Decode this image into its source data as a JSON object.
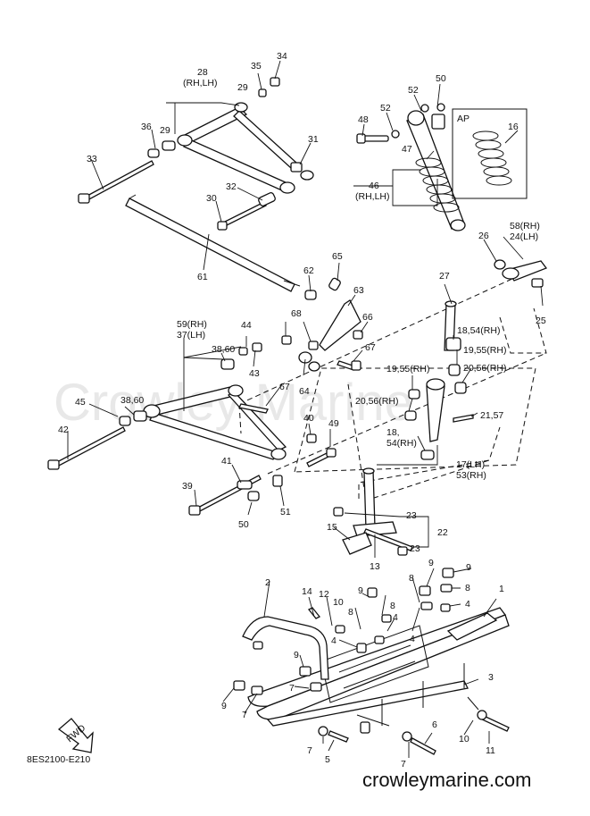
{
  "watermark": "Crowley Marine",
  "site": "crowleymarine.com",
  "diagram_code": "8ES2100-E210",
  "fwd_label": "FWD",
  "ap_label": "AP",
  "callouts": {
    "c28": "28",
    "c28s": "(RH,LH)",
    "c29a": "29",
    "c29b": "29",
    "c35": "35",
    "c34": "34",
    "c36": "36",
    "c33": "33",
    "c31": "31",
    "c32": "32",
    "c30": "30",
    "c61": "61",
    "c50": "50",
    "c52": "52",
    "c48": "48",
    "c47": "47",
    "c46": "46",
    "c46s": "(RH,LH)",
    "c16": "16",
    "c58": "58(RH)",
    "c24": "24(LH)",
    "c26": "26",
    "c25": "25",
    "c27": "27",
    "c65": "65",
    "c62": "62",
    "c63": "63",
    "c68": "68",
    "c66": "66",
    "c67a": "67",
    "c67b": "67",
    "c64": "64",
    "c59": "59(RH)",
    "c37": "37(LH)",
    "c44": "44",
    "c38a": "38,60",
    "c43": "43",
    "c45": "45",
    "c38b": "38,60",
    "c42": "42",
    "c40": "40",
    "c49": "49",
    "c41": "41",
    "c39": "39",
    "c50b": "50",
    "c51": "51",
    "c1854": "18,54(RH)",
    "c1955a": "19,55(RH)",
    "c1955b": "19,55(RH)",
    "c2056a": "20,56(RH)",
    "c2056b": "20,56(RH)",
    "c2157": "21,57",
    "c18b": "18,",
    "c54b": "54(RH)",
    "c17": "17(LH)",
    "c53": "53(RH)",
    "c23a": "23",
    "c23b": "23",
    "c22": "22",
    "c15": "15",
    "c13": "13",
    "c9a": "9",
    "c9b": "9",
    "c9c": "9",
    "c9d": "9",
    "c9e": "9",
    "c8a": "8",
    "c8b": "8",
    "c8c": "8",
    "c8d": "8",
    "c4a": "4",
    "c4b": "4",
    "c4c": "4",
    "c4d": "4",
    "c1": "1",
    "c2": "2",
    "c3": "3",
    "c14": "14",
    "c12": "12",
    "c10a": "10",
    "c10b": "10",
    "c7a": "7",
    "c7b": "7",
    "c7c": "7",
    "c7d": "7",
    "c5": "5",
    "c6": "6",
    "c11": "11"
  }
}
